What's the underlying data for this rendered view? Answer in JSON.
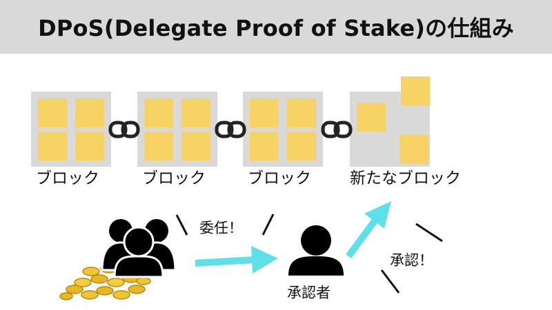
{
  "title": "DPoS(Delegate Proof of Stake)の仕組み",
  "blocks": [
    {
      "label": "ブロック"
    },
    {
      "label": "ブロック"
    },
    {
      "label": "ブロック"
    },
    {
      "label": "新たなブロック"
    }
  ],
  "delegate_text": "委任！",
  "approver_label": "承認者",
  "approve_text": "承認！",
  "colors": {
    "title_bg": "#d9d9d9",
    "block_bg": "#d9d9d9",
    "tile": "#f7d264",
    "arrow": "#5ee0e8",
    "chain": "#222222",
    "coin": "#e8b722"
  }
}
